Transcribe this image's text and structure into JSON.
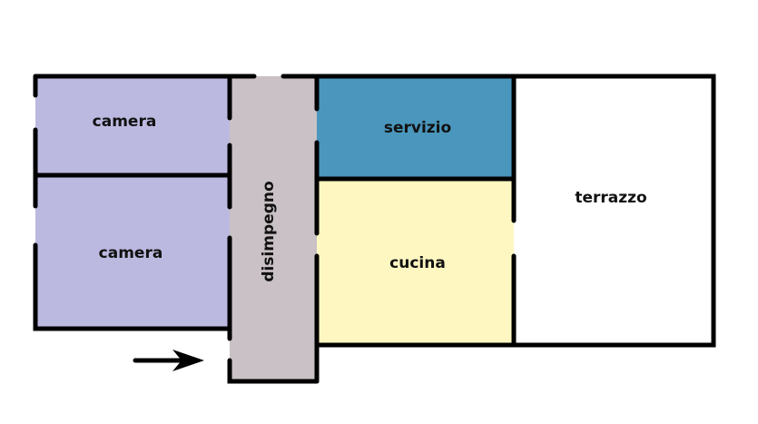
{
  "plan": {
    "rooms": [
      {
        "id": "camera-1",
        "label": "camera",
        "color": "#bcb9e0"
      },
      {
        "id": "camera-2",
        "label": "camera",
        "color": "#bcb9e0"
      },
      {
        "id": "disimpegno",
        "label": "disimpegno",
        "color": "#c9c1c5"
      },
      {
        "id": "servizio",
        "label": "servizio",
        "color": "#4a96bd"
      },
      {
        "id": "cucina",
        "label": "cucina",
        "color": "#fff7c2"
      },
      {
        "id": "terrazzo",
        "label": "terrazzo",
        "color": "#ffffff"
      }
    ],
    "entrance_arrow": "arrow-right-icon"
  }
}
